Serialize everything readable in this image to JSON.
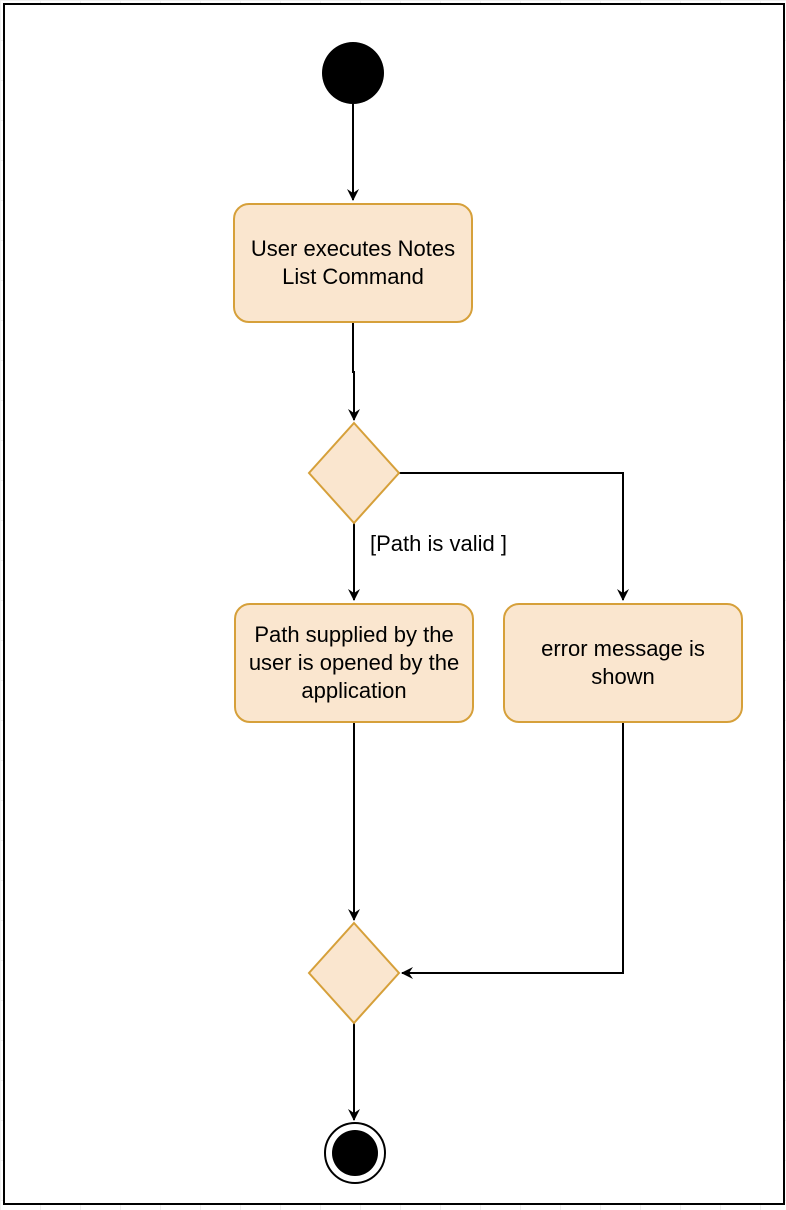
{
  "diagram": {
    "nodes": {
      "execute": "User executes Notes List Command",
      "open_path": "Path supplied by the user is opened by the application",
      "error": "error message is shown"
    },
    "guard_valid": "[Path is valid ]"
  },
  "colors": {
    "node_fill": "#fae6cf",
    "node_border": "#d6a03a",
    "edge": "#000000",
    "start": "#000000"
  }
}
